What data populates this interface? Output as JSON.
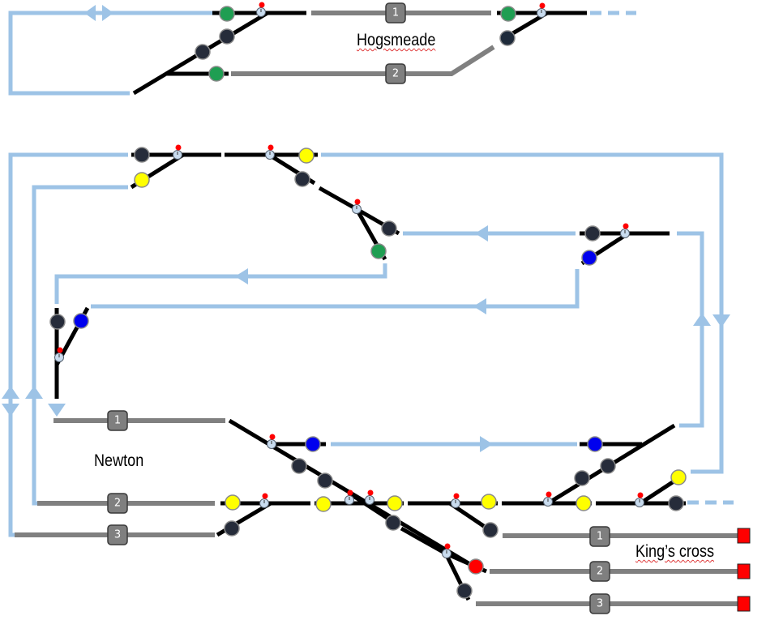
{
  "stations": {
    "hogsmeade": {
      "name": "Hogsmeade",
      "tracks": [
        "1",
        "2"
      ]
    },
    "newton": {
      "name": "Newton",
      "tracks": [
        "1",
        "2",
        "3"
      ]
    },
    "kings_cross": {
      "name": "King’s cross",
      "tracks": [
        "1",
        "2",
        "3"
      ]
    }
  },
  "colors": {
    "loop": "#9dc3e6",
    "track": "#808080",
    "switch": "#000000",
    "signal_dark": "#262c3a",
    "signal_green": "#1f9e52",
    "signal_yellow": "#ffff00",
    "signal_blue": "#0000ee",
    "signal_red": "#ff0000",
    "buffer_red": "#ff0000",
    "label_box": "#7f7f7f"
  }
}
